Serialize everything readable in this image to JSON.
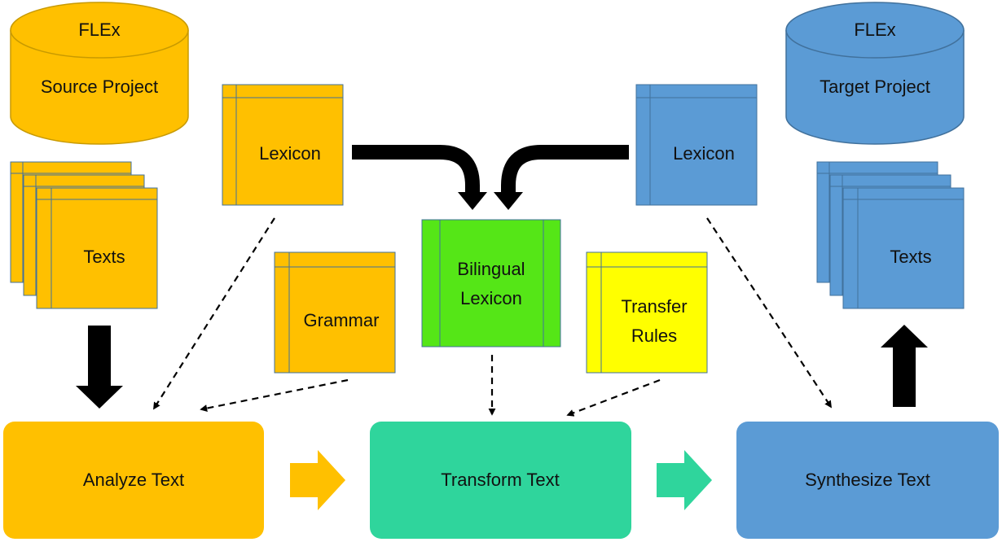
{
  "colors": {
    "orange": "#ffc000",
    "orange_stroke": "#c89a00",
    "blue": "#5b9bd5",
    "blue_stroke": "#41719c",
    "green": "#55e617",
    "yellow": "#ffff00",
    "teal": "#2fd59c",
    "black": "#000000"
  },
  "source_db": {
    "line1": "FLEx",
    "line2": "Source Project"
  },
  "target_db": {
    "line1": "FLEx",
    "line2": "Target Project"
  },
  "source_texts": "Texts",
  "target_texts": "Texts",
  "source_lexicon": "Lexicon",
  "target_lexicon": "Lexicon",
  "grammar": "Grammar",
  "bilingual_lexicon": {
    "line1": "Bilingual",
    "line2": "Lexicon"
  },
  "transfer_rules": {
    "line1": "Transfer",
    "line2": "Rules"
  },
  "processes": {
    "analyze": "Analyze Text",
    "transform": "Transform Text",
    "synthesize": "Synthesize Text"
  }
}
